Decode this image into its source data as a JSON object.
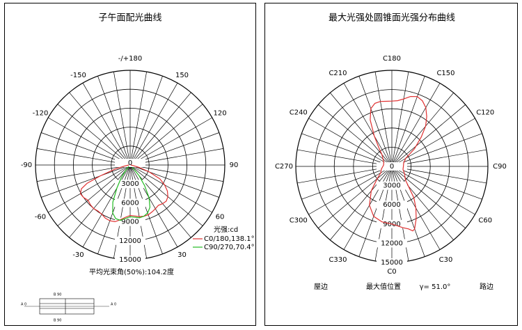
{
  "chart_data": [
    {
      "type": "polar",
      "title": "子午面配光曲线",
      "angle_labels": [
        {
          "deg": 180,
          "text": "-/+180"
        },
        {
          "deg": 150,
          "text": "150"
        },
        {
          "deg": 120,
          "text": "120"
        },
        {
          "deg": 90,
          "text": "90"
        },
        {
          "deg": 60,
          "text": "60"
        },
        {
          "deg": 30,
          "text": "30"
        },
        {
          "deg": -30,
          "text": "-30"
        },
        {
          "deg": -60,
          "text": "-60"
        },
        {
          "deg": -90,
          "text": "-90"
        },
        {
          "deg": -120,
          "text": "-120"
        },
        {
          "deg": -150,
          "text": "-150"
        }
      ],
      "radial_ticks": [
        "0",
        "3000",
        "6000",
        "9000",
        "12000",
        "15000"
      ],
      "rmax": 15000,
      "unit_label": "光强:cd",
      "series": [
        {
          "name": "C0/180,138.1°",
          "color": "#e03030",
          "points": [
            [
              -90,
              200
            ],
            [
              -80,
              900
            ],
            [
              -75,
              2500
            ],
            [
              -70,
              5000
            ],
            [
              -67,
              7400
            ],
            [
              -64,
              8600
            ],
            [
              -60,
              9100
            ],
            [
              -55,
              9000
            ],
            [
              -50,
              8700
            ],
            [
              -45,
              8900
            ],
            [
              -40,
              9000
            ],
            [
              -35,
              8900
            ],
            [
              -30,
              9000
            ],
            [
              -25,
              9300
            ],
            [
              -20,
              9400
            ],
            [
              -15,
              9300
            ],
            [
              -10,
              8800
            ],
            [
              -5,
              8300
            ],
            [
              0,
              8000
            ],
            [
              5,
              8100
            ],
            [
              10,
              8300
            ],
            [
              15,
              8400
            ],
            [
              20,
              8400
            ],
            [
              25,
              8200
            ],
            [
              30,
              8000
            ],
            [
              35,
              7800
            ],
            [
              40,
              8000
            ],
            [
              45,
              8100
            ],
            [
              50,
              7800
            ],
            [
              55,
              7200
            ],
            [
              60,
              6300
            ],
            [
              65,
              5200
            ],
            [
              70,
              3200
            ],
            [
              75,
              1500
            ],
            [
              80,
              500
            ],
            [
              90,
              100
            ]
          ]
        },
        {
          "name": "C90/270,70.4°",
          "color": "#22bb22",
          "points": [
            [
              -45,
              300
            ],
            [
              -40,
              1000
            ],
            [
              -35,
              2500
            ],
            [
              -30,
              4200
            ],
            [
              -25,
              6500
            ],
            [
              -20,
              8100
            ],
            [
              -15,
              8800
            ],
            [
              -10,
              8900
            ],
            [
              -5,
              8500
            ],
            [
              0,
              8200
            ],
            [
              5,
              8300
            ],
            [
              10,
              8500
            ],
            [
              15,
              8400
            ],
            [
              20,
              8100
            ],
            [
              25,
              7400
            ],
            [
              30,
              6000
            ],
            [
              35,
              4000
            ],
            [
              40,
              2200
            ],
            [
              45,
              500
            ]
          ]
        }
      ],
      "beam_text": "平均光束角(50%):104.2度"
    },
    {
      "type": "polar",
      "title": "最大光强处圆锥面光强分布曲线",
      "angle_labels": [
        {
          "deg": 0,
          "text": "C0"
        },
        {
          "deg": 30,
          "text": "C30"
        },
        {
          "deg": 60,
          "text": "C60"
        },
        {
          "deg": 90,
          "text": "C90"
        },
        {
          "deg": 120,
          "text": "C120"
        },
        {
          "deg": 150,
          "text": "C150"
        },
        {
          "deg": 180,
          "text": "C180"
        },
        {
          "deg": 210,
          "text": "C210"
        },
        {
          "deg": 240,
          "text": "C240"
        },
        {
          "deg": 270,
          "text": "C270"
        },
        {
          "deg": 300,
          "text": "C300"
        },
        {
          "deg": 330,
          "text": "C330"
        }
      ],
      "radial_ticks": [
        "0",
        "3000",
        "6000",
        "9000",
        "12000",
        "15000"
      ],
      "rmax": 15000,
      "series": [
        {
          "name": "",
          "color": "#e03030",
          "points": [
            [
              0,
              9000
            ],
            [
              5,
              9300
            ],
            [
              10,
              9700
            ],
            [
              15,
              10100
            ],
            [
              18,
              10600
            ],
            [
              20,
              10400
            ],
            [
              25,
              9000
            ],
            [
              30,
              7500
            ],
            [
              35,
              6000
            ],
            [
              40,
              4000
            ],
            [
              45,
              3000
            ],
            [
              60,
              2300
            ],
            [
              75,
              1800
            ],
            [
              90,
              1800
            ],
            [
              105,
              1900
            ],
            [
              120,
              2500
            ],
            [
              128,
              4500
            ],
            [
              135,
              6500
            ],
            [
              140,
              8200
            ],
            [
              145,
              9500
            ],
            [
              150,
              10600
            ],
            [
              155,
              11300
            ],
            [
              160,
              11600
            ],
            [
              165,
              11300
            ],
            [
              170,
              10700
            ],
            [
              175,
              10300
            ],
            [
              180,
              10200
            ],
            [
              185,
              10200
            ],
            [
              190,
              10300
            ],
            [
              195,
              10200
            ],
            [
              200,
              9600
            ],
            [
              205,
              8000
            ],
            [
              210,
              5500
            ],
            [
              215,
              3500
            ],
            [
              220,
              2400
            ],
            [
              230,
              1800
            ],
            [
              245,
              1400
            ],
            [
              260,
              1300
            ],
            [
              270,
              1400
            ],
            [
              285,
              1700
            ],
            [
              300,
              2000
            ],
            [
              310,
              3000
            ],
            [
              320,
              5000
            ],
            [
              330,
              7000
            ],
            [
              340,
              8300
            ],
            [
              350,
              8800
            ],
            [
              360,
              9000
            ]
          ]
        }
      ],
      "left_side": "屋边",
      "max_pos_label": "最大值位置",
      "gamma_text": "γ= 51.0°",
      "right_side": "路边"
    }
  ],
  "icon_box": {
    "top": "B 90",
    "bottom": "B 90",
    "left": "A 0",
    "right": "A 0"
  }
}
